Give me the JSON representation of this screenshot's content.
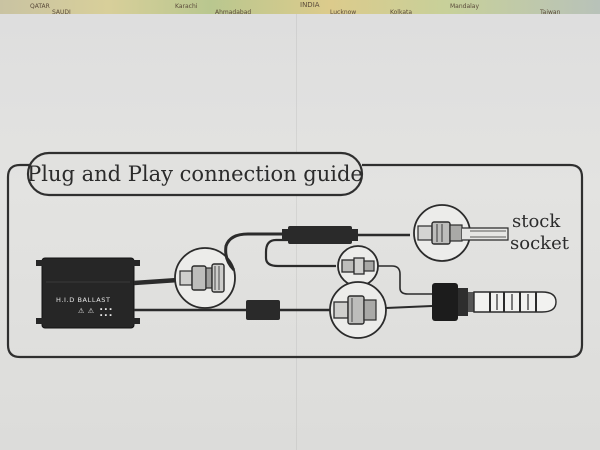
{
  "map": {
    "labels": [
      "QATAR",
      "SAUDI",
      "Karachi",
      "Ahmadabad",
      "INDIA",
      "Lucknow",
      "Kolkata",
      "Mandalay",
      "Taiwan"
    ]
  },
  "guide": {
    "title": "Plug and Play connection guide",
    "stock_socket_line1": "stock",
    "stock_socket_line2": "socket",
    "ballast_label": "H.I.D BALLAST",
    "ballast_symbols": "⚠ ⚠"
  },
  "colors": {
    "ink": "#2b2b2b",
    "paper": "#e0e0de",
    "ballast": "#1f1f1f"
  }
}
